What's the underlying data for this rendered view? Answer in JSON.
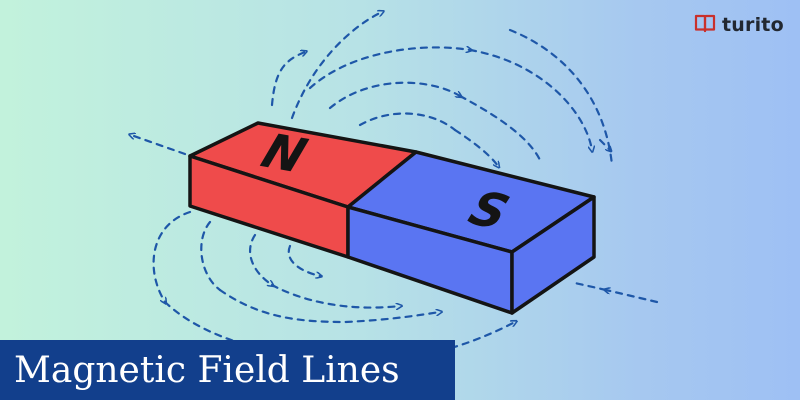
{
  "title": "Magnetic Field Lines",
  "brand": {
    "name": "turito",
    "icon": "book-icon"
  },
  "magnet": {
    "north_label": "N",
    "south_label": "S",
    "north_color": "#ef4b4b",
    "south_color": "#5a75f2"
  },
  "colors": {
    "field_line": "#1e57a8",
    "title_bar": "#123f8c",
    "title_text": "#ffffff"
  }
}
